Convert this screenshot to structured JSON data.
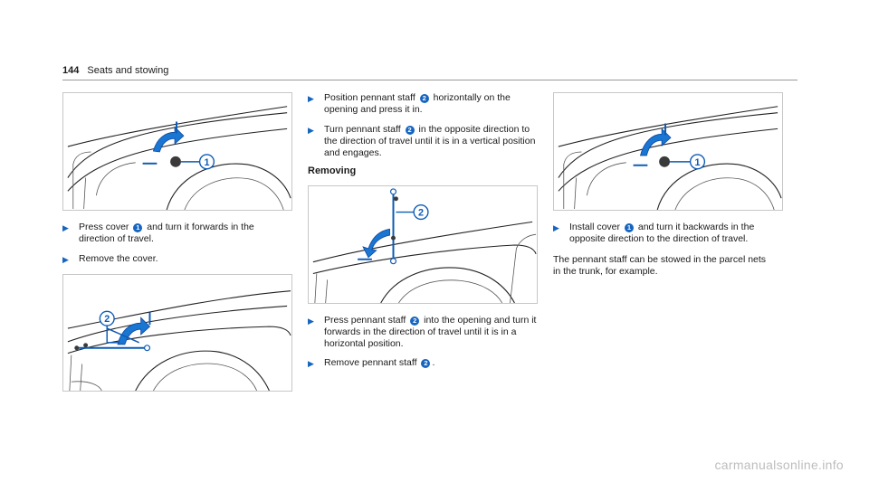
{
  "header": {
    "page_number": "144",
    "section": "Seats and stowing"
  },
  "figure1": {
    "callout": "1"
  },
  "figure2": {
    "callout": "2"
  },
  "figure3": {
    "callout": "2"
  },
  "figure4": {
    "callout": "1"
  },
  "col1": {
    "step1": {
      "pre": "Press cover",
      "badge": "1",
      "post": "and turn it forwards in the direction of travel."
    },
    "step2": {
      "text": "Remove the cover."
    }
  },
  "col2": {
    "step1": {
      "pre": "Position pennant staff",
      "badge": "2",
      "post": "horizontally on the opening and press it in."
    },
    "step2": {
      "pre": "Turn pennant staff",
      "badge": "2",
      "post": "in the opposite direction to the direction of travel until it is in a vertical position and engages."
    },
    "removing_heading": "Removing",
    "step3": {
      "pre": "Press pennant staff",
      "badge": "2",
      "post": "into the opening and turn it forwards in the direction of travel until it is in a horizontal position."
    },
    "step4": {
      "pre": "Remove pennant staff",
      "badge": "2",
      "post": "."
    }
  },
  "col3": {
    "step1": {
      "pre": "Install cover",
      "badge": "1",
      "post": "and turn it backwards in the opposite direction to the direction of travel."
    },
    "note": "The pennant staff can be stowed in the parcel nets in the trunk, for example."
  },
  "footer": {
    "watermark": "carmanualsonline.info"
  }
}
